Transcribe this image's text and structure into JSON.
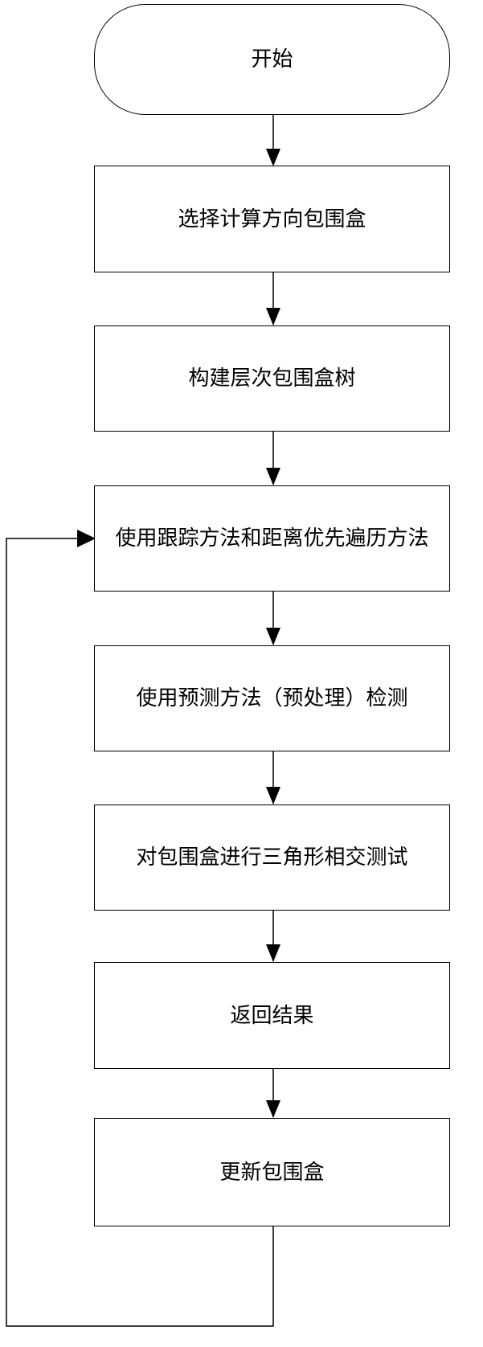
{
  "flowchart": {
    "start": "开始",
    "steps": [
      "选择计算方向包围盒",
      "构建层次包围盒树",
      "使用跟踪方法和距离优先遍历方法",
      "使用预测方法（预处理）检测",
      "对包围盒进行三角形相交测试",
      "返回结果",
      "更新包围盒"
    ]
  }
}
